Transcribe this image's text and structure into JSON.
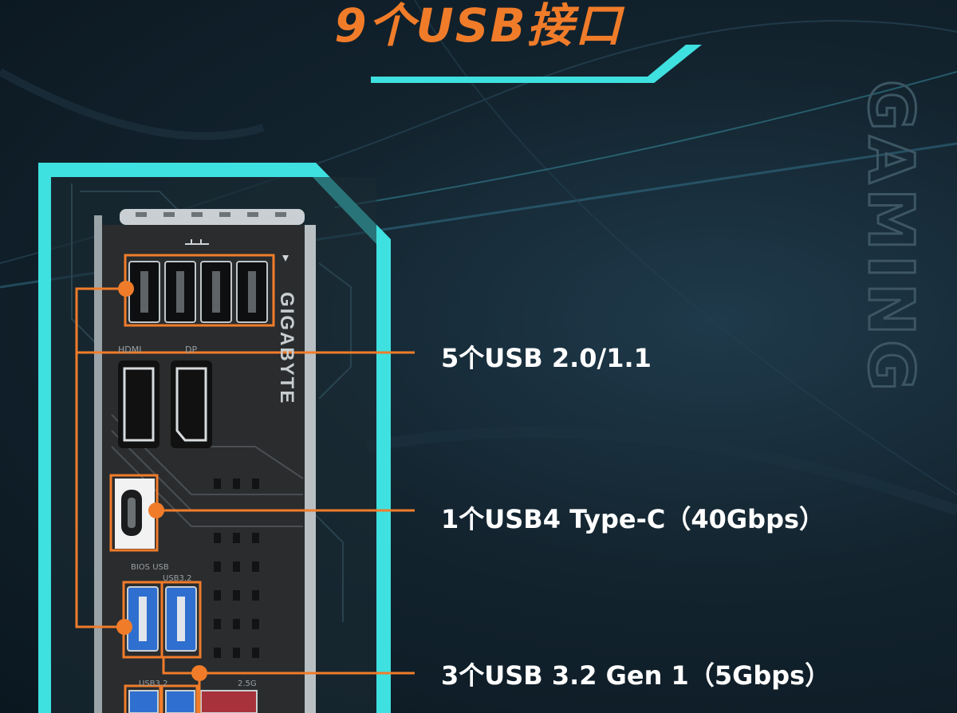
{
  "header": {
    "title": "9个USB接口"
  },
  "watermark": {
    "text": "GAMING"
  },
  "panel": {
    "brand": "GIGABYTE",
    "port_labels": [
      "HDMI",
      "DP",
      "BIOS USB",
      "USB3.2",
      "USB3.2",
      "2.5G"
    ]
  },
  "callouts": [
    {
      "label": "5个USB 2.0/1.1"
    },
    {
      "label": "1个USB4 Type-C（40Gbps）"
    },
    {
      "label": "3个USB 3.2 Gen 1（5Gbps）"
    }
  ],
  "colors": {
    "accent_orange": "#f07c2a",
    "cyan_frame": "#3fe0e0",
    "background": "#13242f"
  }
}
